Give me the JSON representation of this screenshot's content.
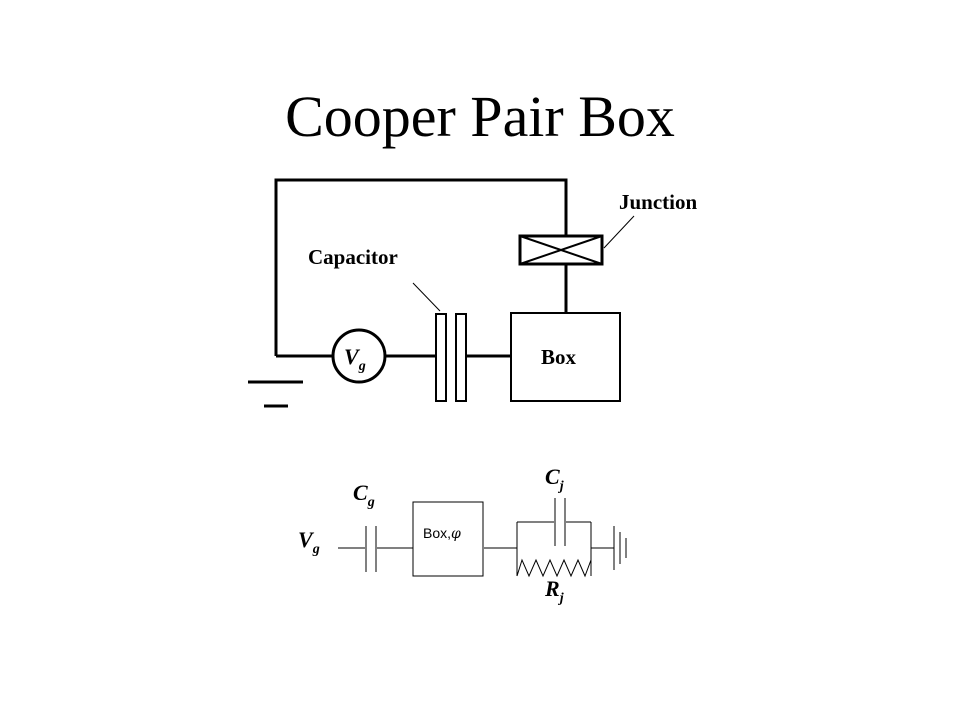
{
  "title": "Cooper Pair Box",
  "top_circuit": {
    "junction_label": "Junction",
    "capacitor_label": "Capacitor",
    "source_label": "V",
    "source_sub": "g",
    "box_label": "Box"
  },
  "bottom_circuit": {
    "source_label": "V",
    "source_sub": "g",
    "gate_cap_label": "C",
    "gate_cap_sub": "g",
    "box_label": "Box,",
    "box_phi": "φ",
    "junction_cap_label": "C",
    "junction_cap_sub": "j",
    "junction_res_label": "R",
    "junction_res_sub": "j"
  }
}
